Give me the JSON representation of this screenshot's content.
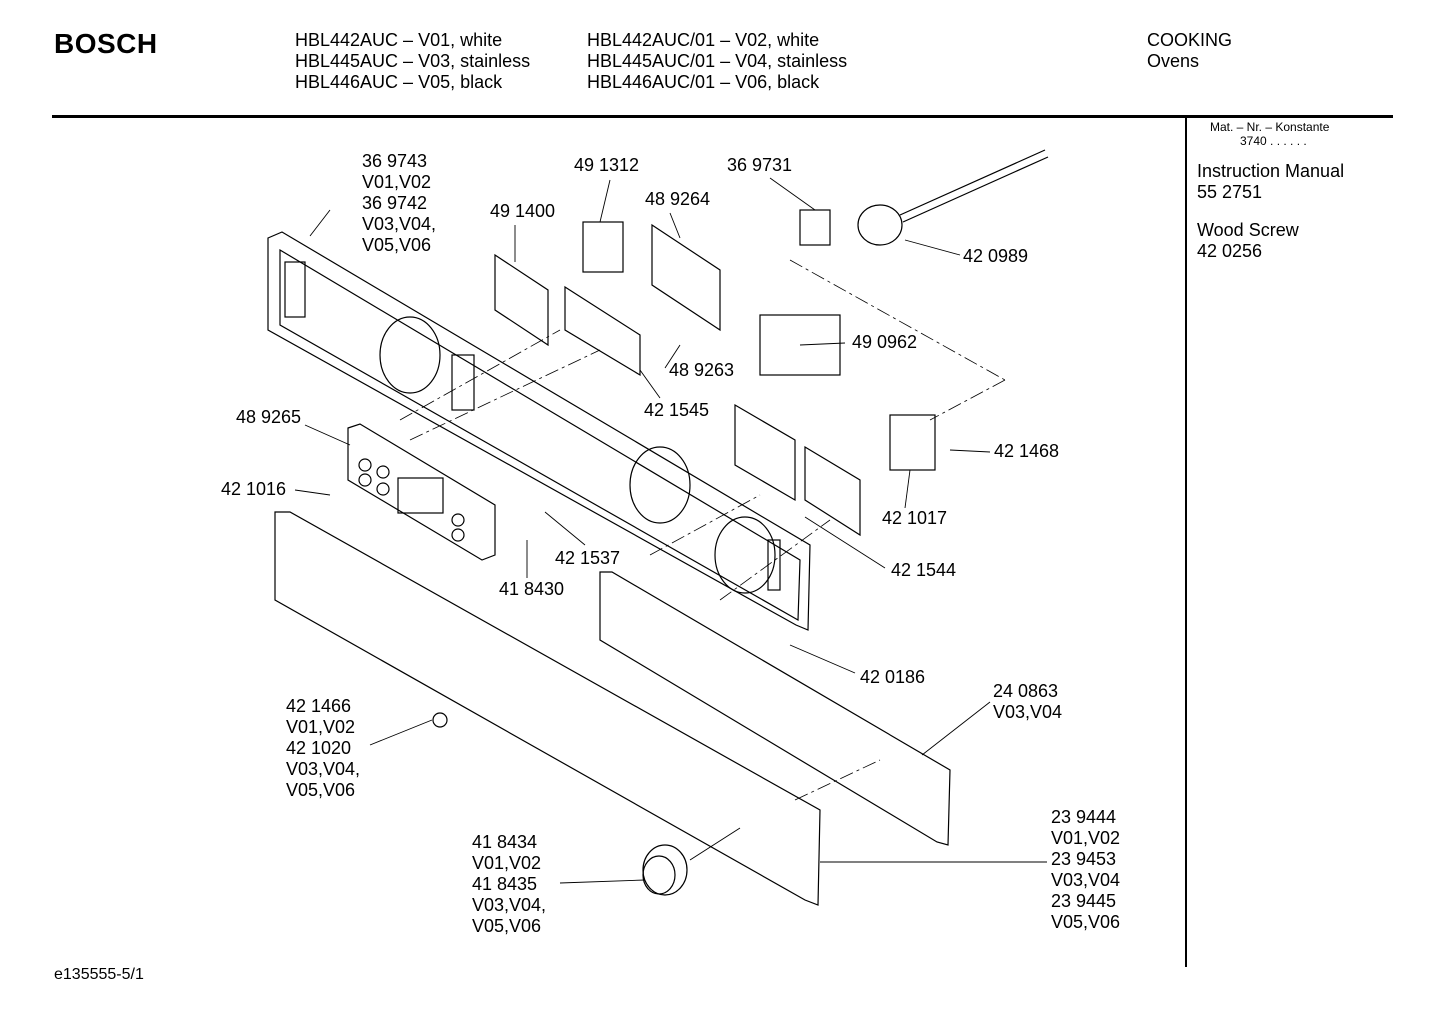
{
  "header": {
    "brand": "BOSCH",
    "models_col1": [
      "HBL442AUC – V01, white",
      "HBL445AUC – V03, stainless",
      "HBL446AUC – V05, black"
    ],
    "models_col2": [
      "HBL442AUC/01 – V02, white",
      "HBL445AUC/01 – V04, stainless",
      "HBL446AUC/01 – V06, black"
    ],
    "category": [
      "COOKING",
      "Ovens"
    ]
  },
  "side_panel": {
    "mat_title": "Mat. – Nr. – Konstante",
    "mat_number": "3740 . . . . . .",
    "items": [
      {
        "name": "Instruction Manual",
        "part": "55 2751"
      },
      {
        "name": "Wood Screw",
        "part": "42 0256"
      }
    ]
  },
  "parts": {
    "p369743": [
      "36 9743",
      "V01,V02",
      "36 9742",
      "V03,V04,",
      "V05,V06"
    ],
    "p491312": [
      "49 1312"
    ],
    "p369731": [
      "36 9731"
    ],
    "p491400": [
      "49 1400"
    ],
    "p489264": [
      "48 9264"
    ],
    "p420989": [
      "42 0989"
    ],
    "p490962": [
      "49 0962"
    ],
    "p489263": [
      "48 9263"
    ],
    "p421545": [
      "42 1545"
    ],
    "p489265": [
      "48 9265"
    ],
    "p421468": [
      "42 1468"
    ],
    "p421016": [
      "42 1016"
    ],
    "p421017": [
      "42 1017"
    ],
    "p421537": [
      "42 1537"
    ],
    "p421544": [
      "42 1544"
    ],
    "p418430": [
      "41 8430"
    ],
    "p420186": [
      "42 0186"
    ],
    "p240863": [
      "24 0863",
      "V03,V04"
    ],
    "p421466": [
      "42 1466",
      "V01,V02",
      "42 1020",
      "V03,V04,",
      "V05,V06"
    ],
    "p239444": [
      "23 9444",
      "V01,V02",
      "23 9453",
      "V03,V04",
      "23 9445",
      "V05,V06"
    ],
    "p418434": [
      "41 8434",
      "V01,V02",
      "41 8435",
      "V03,V04,",
      "V05,V06"
    ]
  },
  "footer": {
    "code": "e135555-5/1"
  }
}
